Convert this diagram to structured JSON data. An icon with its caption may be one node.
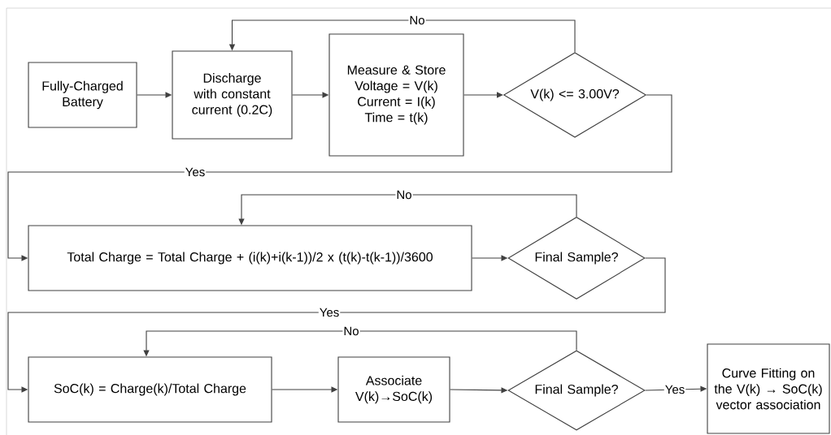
{
  "diagram": {
    "nodes": [
      {
        "text": [
          "Fully-Charged Battery"
        ]
      },
      {
        "text": [
          "Discharge with constant current (0.2C)"
        ]
      },
      {
        "text": [
          "Measure & Store",
          "Voltage = V(k)",
          "Current = I(k)",
          "Time = t(k)"
        ]
      },
      {
        "text": [
          "V(k) <= 3.00V?"
        ]
      },
      {
        "text": [
          "Total Charge = Total Charge + (i(k)+i(k-1))/2 x (t(k)-t(k-1))/3600"
        ]
      },
      {
        "text": [
          "Final Sample?"
        ]
      },
      {
        "text": [
          "SoC(k) = Charge(k)/Total Charge"
        ]
      },
      {
        "text": [
          "Associate V(k)→SoC(k)"
        ]
      },
      {
        "text": [
          "Final Sample?"
        ]
      },
      {
        "text": [
          "Curve Fitting on the V(k) → SoC(k) vector association"
        ]
      }
    ],
    "edges": [
      {
        "from": 0,
        "to": 1,
        "arrow": "to"
      },
      {
        "from": 1,
        "to": 2,
        "arrow": "to"
      },
      {
        "from": 2,
        "to": 3,
        "arrow": "to"
      },
      {
        "from": 3,
        "to": 1,
        "arrow": "to",
        "label": "No"
      },
      {
        "from": 3,
        "to": 4,
        "arrow": "to",
        "label": "Yes"
      },
      {
        "from": 4,
        "to": 5,
        "arrow": "to"
      },
      {
        "from": 5,
        "to": 4,
        "arrow": "to",
        "label": "No"
      },
      {
        "from": 5,
        "to": 6,
        "arrow": "to",
        "label": "Yes"
      },
      {
        "from": 6,
        "to": 7,
        "arrow": "to"
      },
      {
        "from": 7,
        "to": 8,
        "arrow": "to"
      },
      {
        "from": 8,
        "to": 6,
        "arrow": "to",
        "label": "No"
      },
      {
        "from": 8,
        "to": 9,
        "arrow": "to",
        "label": "Yes"
      }
    ]
  }
}
